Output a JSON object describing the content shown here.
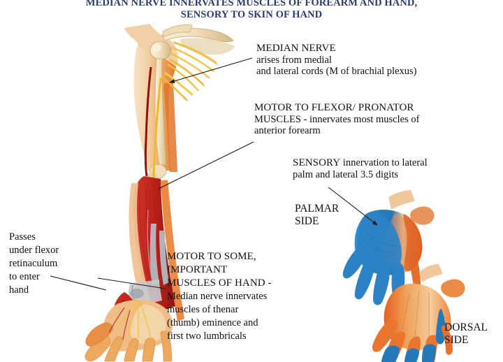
{
  "title": {
    "line1": "MEDIAN NERVE INNERVATES MUSCLES OF FOREARM AND HAND,",
    "line2": "SENSORY TO SKIN OF HAND",
    "color": "#2b3a70"
  },
  "annotations": {
    "median_nerve": {
      "heading": "MEDIAN NERVE",
      "line1": "arises from medial",
      "line2": "and lateral cords (M of brachial plexus)"
    },
    "motor_flexor": {
      "heading": "MOTOR TO FLEXOR/ PRONATOR",
      "line1": "MUSCLES - innervates most muscles of",
      "line2": "anterior forearm"
    },
    "sensory": {
      "heading": "SENSORY",
      "line1": " innervation to lateral",
      "line2": "palm and lateral 3.5 digits"
    },
    "passes": {
      "line1": "Passes",
      "line2": "under flexor",
      "line3": "retinaculum",
      "line4": "to enter",
      "line5": "hand"
    },
    "motor_hand": {
      "heading1": "MOTOR TO SOME,",
      "heading2": "IMPORTANT",
      "heading3": "MUSCLES OF HAND -",
      "line1": "Median nerve innervates",
      "line2": "muscles of thenar",
      "line3": "(thumb) eminence and",
      "line4": "first two lumbricals"
    }
  },
  "hand_labels": {
    "palmar_line1": "PALMAR",
    "palmar_line2": "SIDE",
    "dorsal_line1": "DORSAL",
    "dorsal_line2": "SIDE"
  },
  "colors": {
    "skin_light": "#f6d7b0",
    "skin_mid": "#eeb27a",
    "skin_orange": "#e8762c",
    "bone": "#efdcb8",
    "bone_shade": "#d9bf93",
    "muscle_red": "#c32b22",
    "muscle_dark": "#8e1b18",
    "nerve_yellow": "#f0c23a",
    "tendon_grey": "#b9bcc2",
    "artery": "#8f1412",
    "sensory_blue": "#2f86c5",
    "leader_line": "#1a1a1a"
  },
  "figures": {
    "arm": "dissected-upper-limb-anterior-view",
    "palmar_hand": "palmar-hand-sensory-map",
    "dorsal_hand": "dorsal-hand-sensory-map"
  }
}
